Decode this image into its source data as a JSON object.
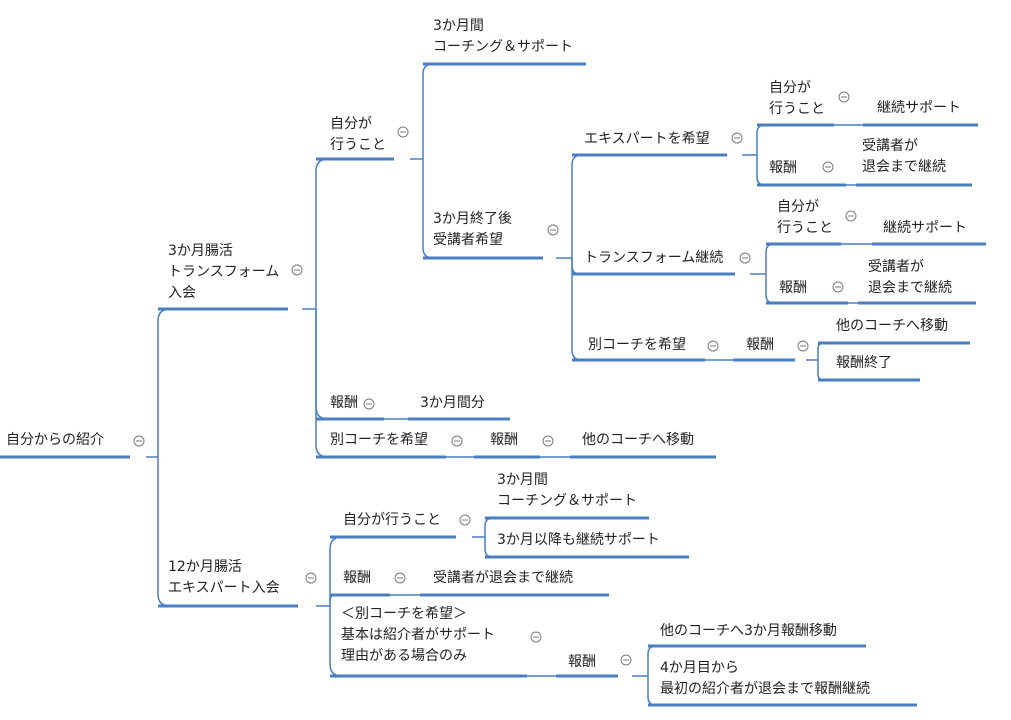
{
  "colors": {
    "line": "#4a7ec3",
    "toggle_stroke": "#7a7a7a",
    "text": "#222222"
  },
  "toggle_icon": "collapse-circle-icon",
  "root": "自分からの紹介",
  "a": {
    "title": "3か月腸活\nトランスフォーム\n入会",
    "self": {
      "title": "自分が\n行うこと",
      "coaching": "3か月間\nコーチング＆サポート",
      "after": {
        "title": "3か月終了後\n受講者希望",
        "expert": {
          "title": "エキスパートを希望",
          "self": "自分が\n行うこと",
          "self_leaf": "継続サポート",
          "reward": "報酬",
          "reward_leaf": "受講者が\n退会まで継続"
        },
        "cont": {
          "title": "トランスフォーム継続",
          "self": "自分が\n行うこと",
          "self_leaf": "継続サポート",
          "reward": "報酬",
          "reward_leaf": "受講者が\n退会まで継続"
        },
        "other": {
          "title": "別コーチを希望",
          "reward": "報酬",
          "move": "他のコーチへ移動",
          "end": "報酬終了"
        }
      }
    },
    "reward": {
      "title": "報酬",
      "leaf": "3か月間分"
    },
    "other": {
      "title": "別コーチを希望",
      "reward": "報酬",
      "leaf": "他のコーチへ移動"
    }
  },
  "b": {
    "title": "12か月腸活\nエキスパート入会",
    "self": {
      "title": "自分が行うこと",
      "coaching": "3か月間\nコーチング＆サポート",
      "cont": "3か月以降も継続サポート"
    },
    "reward": {
      "title": "報酬",
      "leaf": "受講者が退会まで継続"
    },
    "other": {
      "title": "＜別コーチを希望＞\n基本は紹介者がサポート\n理由がある場合のみ",
      "reward": "報酬",
      "move": "他のコーチへ3か月報酬移動",
      "final": "4か月目から\n最初の紹介者が退会まで報酬継続"
    }
  }
}
